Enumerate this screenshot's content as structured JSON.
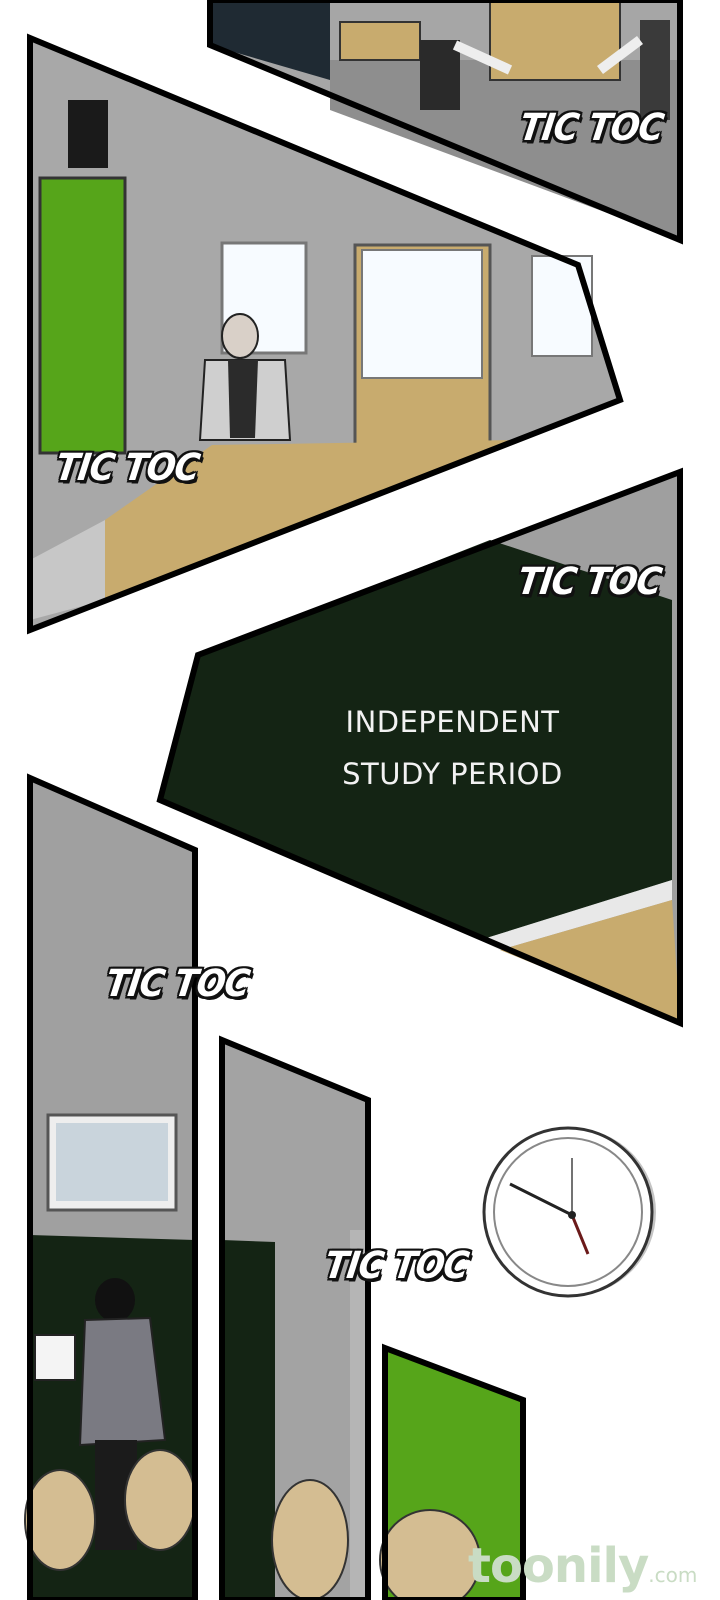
{
  "sfx": {
    "tick_1": "TIC TOC",
    "tick_2": "TIC TOC",
    "tick_3": "TIC TOC",
    "tick_4": "TIC TOC",
    "tick_5": "TIC TOC"
  },
  "caption": {
    "line_1": "INDEPENDENT",
    "line_2": "STUDY PERIOD"
  },
  "watermark": {
    "brand": "toonily",
    "suffix": ".com"
  },
  "colors": {
    "chalkboard_green": "#56a51a",
    "blackboard_dark": "#142414",
    "wall_gray": "#9a9a9a",
    "wood_tan": "#c8ab6e",
    "watermark": "#c9dcc4"
  }
}
